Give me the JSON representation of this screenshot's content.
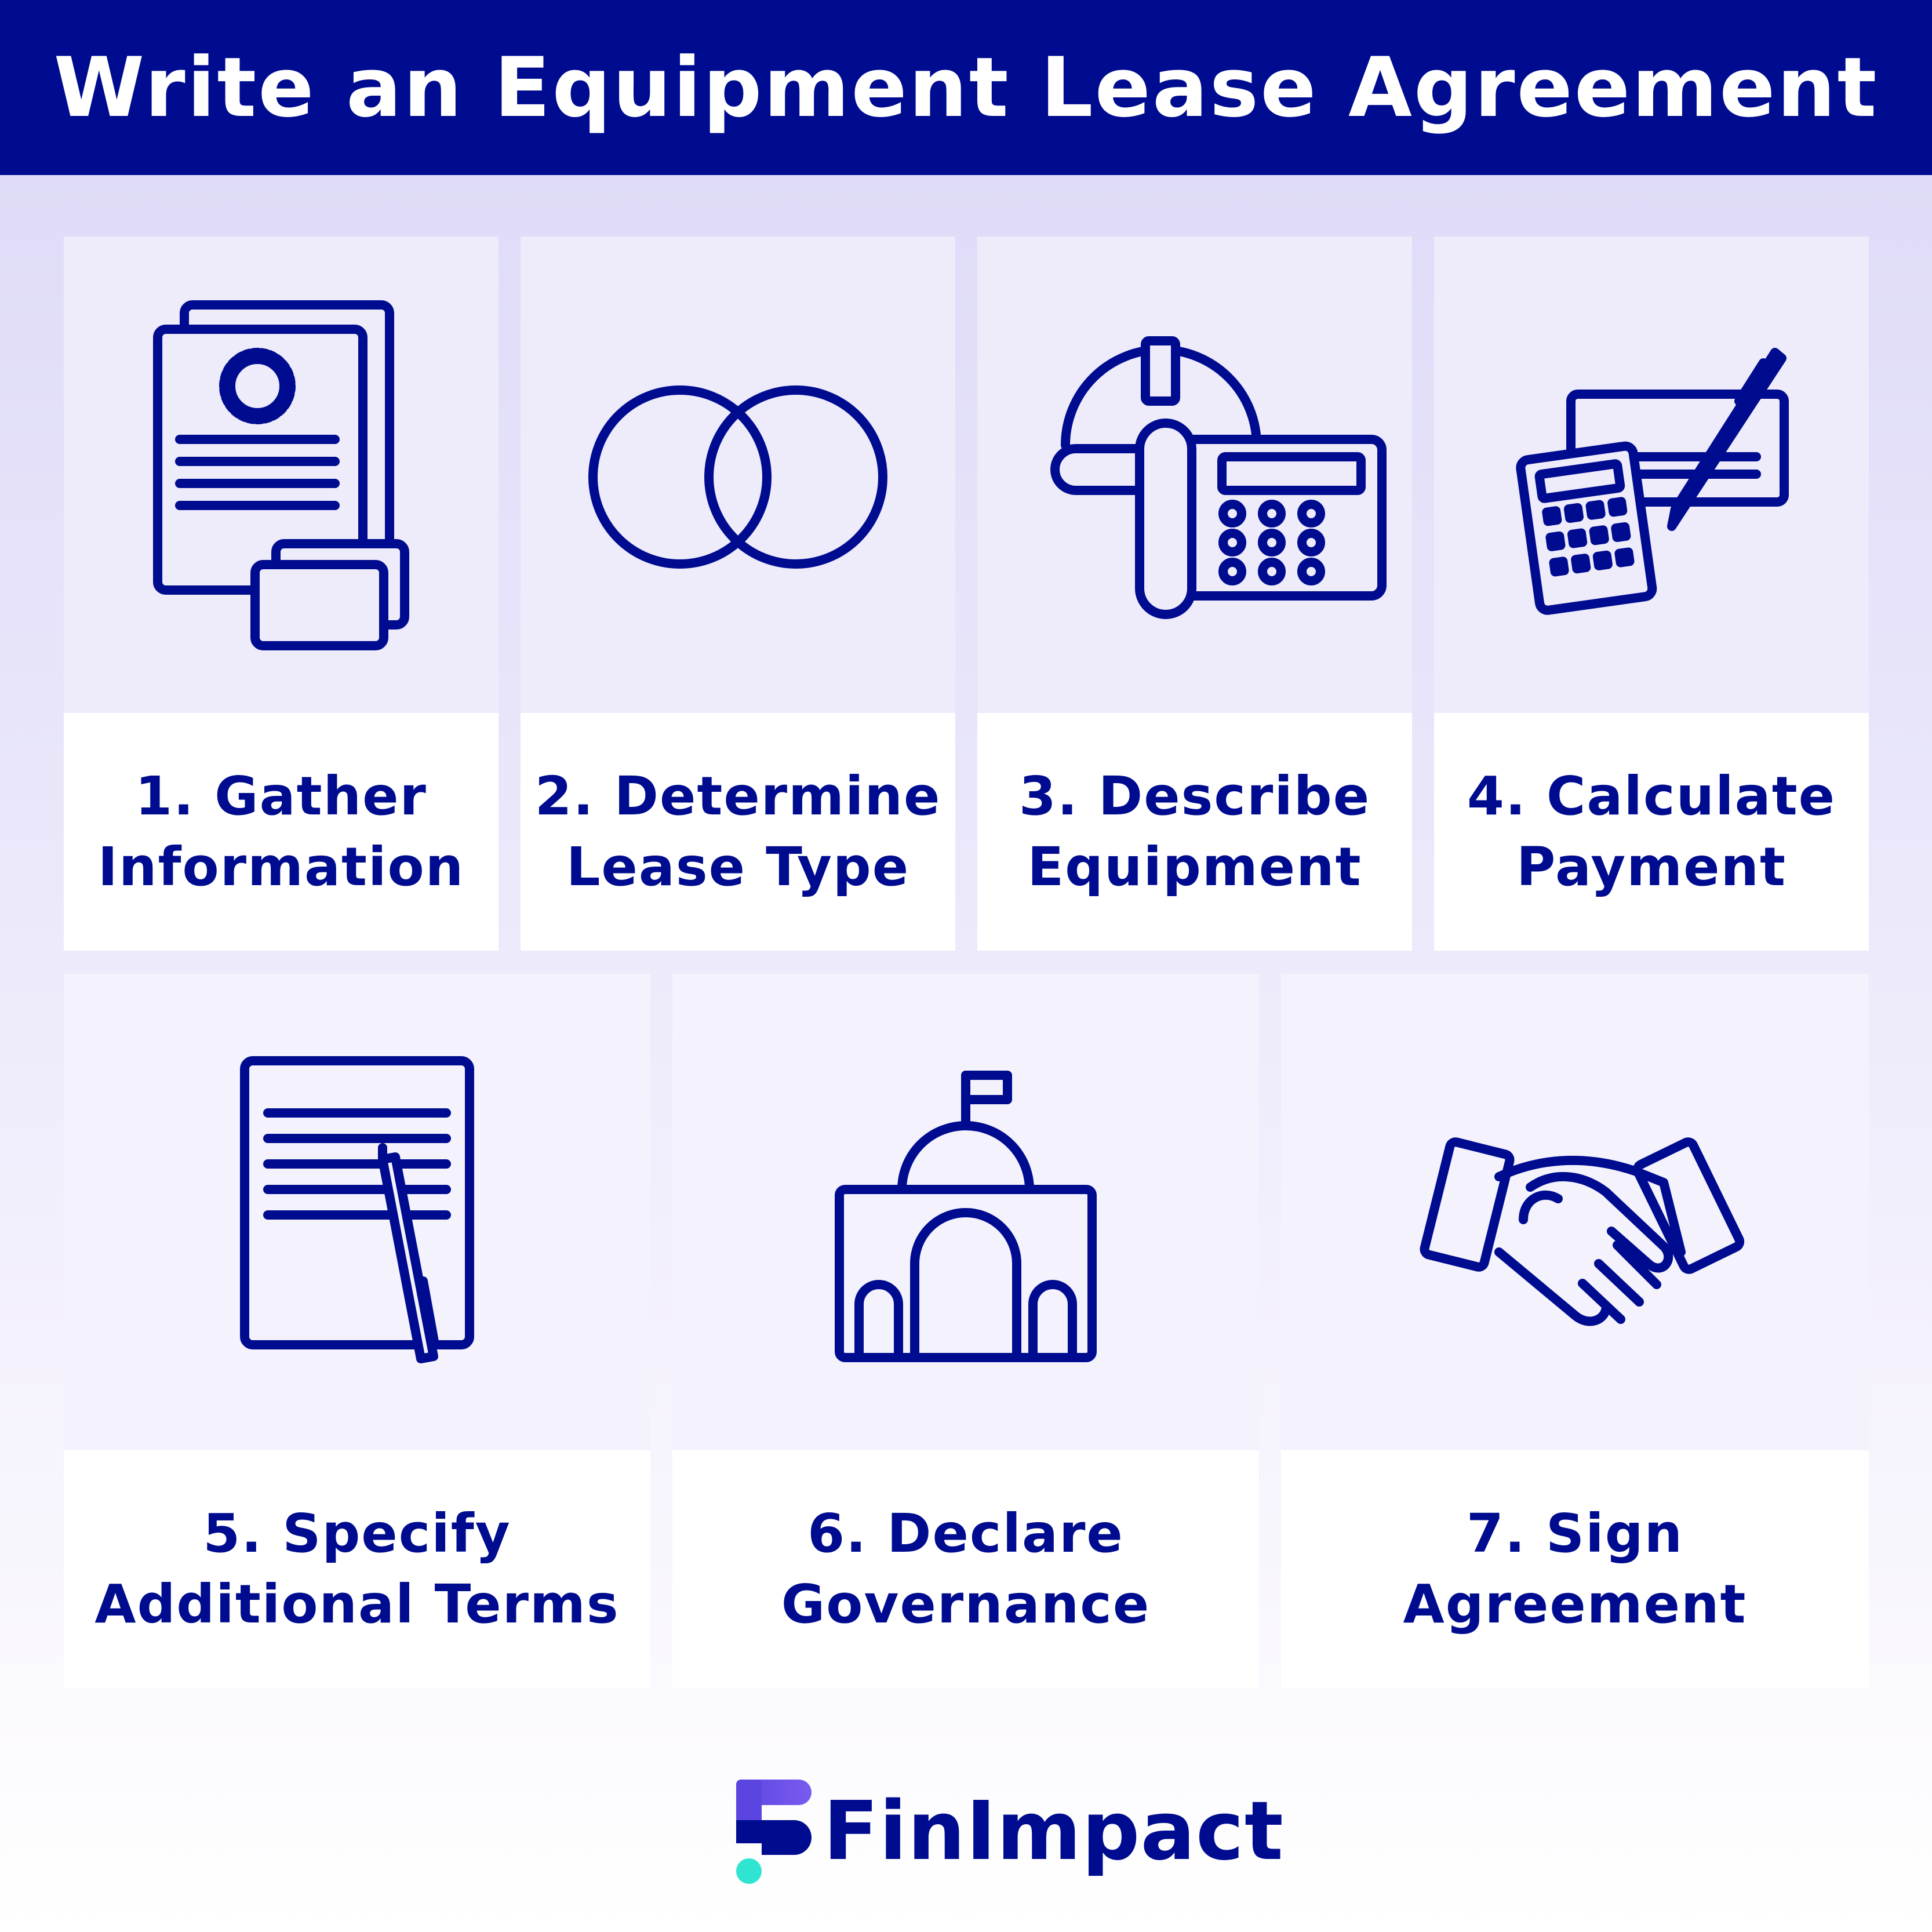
{
  "title": "Write an Equipment Lease Agreement",
  "colors": {
    "navy": "#000C8F",
    "lavender": "#DCD8F8",
    "card_icon_bg": "#EEEBFB",
    "card_label_bg": "#FFFFFF",
    "logo_purple": "#5B45E0",
    "logo_teal": "#2FE5D1"
  },
  "steps": [
    {
      "label_line1": "1. Gather",
      "label_line2": "Information",
      "icon": "documents-icon"
    },
    {
      "label_line1": "2. Determine",
      "label_line2": "Lease Type",
      "icon": "overlapping-circles-icon"
    },
    {
      "label_line1": "3. Describe",
      "label_line2": "Equipment",
      "icon": "hardhat-phone-icon"
    },
    {
      "label_line1": "4. Calculate",
      "label_line2": "Payment",
      "icon": "calculator-check-icon"
    },
    {
      "label_line1": "5. Specify",
      "label_line2": "Additional Terms",
      "icon": "document-pen-icon"
    },
    {
      "label_line1": "6. Declare",
      "label_line2": "Governance",
      "icon": "government-building-icon"
    },
    {
      "label_line1": "7. Sign",
      "label_line2": "Agreement",
      "icon": "handshake-icon"
    }
  ],
  "brand": {
    "name": "FinImpact",
    "logo": "finimpact-logo"
  }
}
